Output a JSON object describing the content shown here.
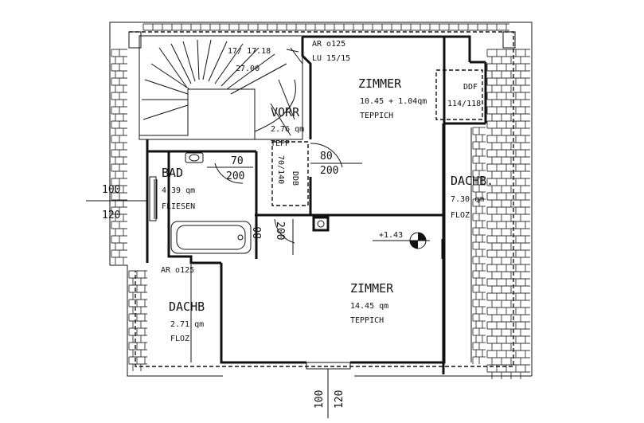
{
  "rooms": {
    "zimmer_top": {
      "name": "ZIMMER",
      "area": "10.45 + 1.04qm",
      "floor": "TEPPICH"
    },
    "zimmer_bottom": {
      "name": "ZIMMER",
      "area": "14.45 qm",
      "floor": "TEPPICH"
    },
    "vorr": {
      "name": "VORR",
      "area": "2.76 qm",
      "floor": "TEPP"
    },
    "bad": {
      "name": "BAD",
      "area": "4.39 qm",
      "floor": "FLIESEN"
    },
    "dachb_right": {
      "name": "DACHB.",
      "area": "7.30 qm",
      "floor": "FLOZ"
    },
    "dachb_left": {
      "name": "DACHB",
      "area": "2.71 qm",
      "floor": "FLOZ"
    }
  },
  "annotations": {
    "stair": "17/ 17.18",
    "stair2": "27.00",
    "ar_top": "AR o125",
    "lu": "LU 15/15",
    "ar_left": "AR o125",
    "ddf": "DDF",
    "ddf_size": "114/118",
    "ddb": "DDB",
    "ddb_size": "70/140",
    "level": "+1.43"
  },
  "dimensions": {
    "bad_door_w": "70",
    "bad_door_h": "200",
    "zimmer_door_w": "80",
    "zimmer_door_h": "200",
    "zim2_door_w": "80",
    "zim2_door_h": "200",
    "left_win_w": "100",
    "left_win_h": "120",
    "bottom_win_w": "100",
    "bottom_win_h": "120"
  }
}
